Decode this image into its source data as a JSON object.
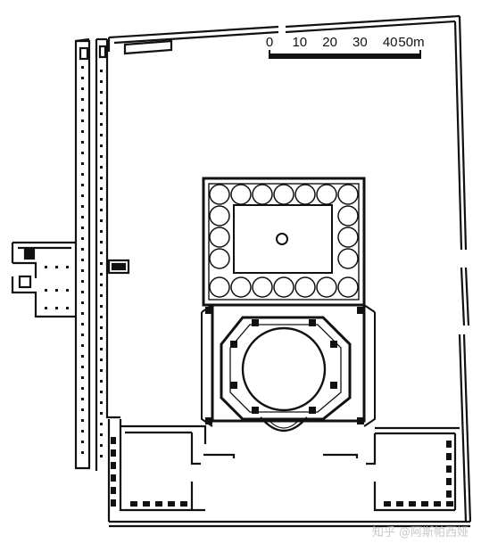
{
  "scale_bar": {
    "ticks": [
      "0",
      "10",
      "20",
      "30",
      "40",
      "50m"
    ]
  },
  "watermark": "知乎 @阿斯帕西娅",
  "colors": {
    "ink": "#111111",
    "paper": "#ffffff",
    "watermark": "#c8c8c8"
  }
}
